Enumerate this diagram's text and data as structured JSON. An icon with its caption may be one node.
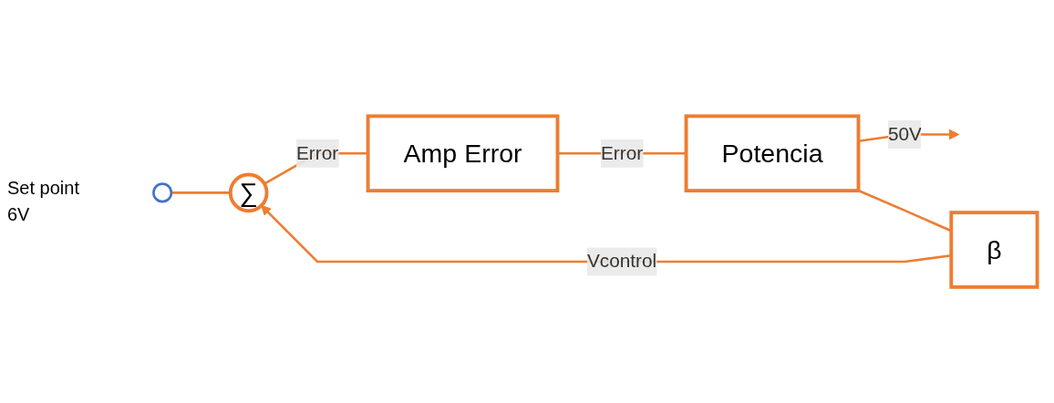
{
  "diagram": {
    "nodes": [
      {
        "text": [],
        "shape": "circle",
        "beside": [
          "Set point",
          "6V"
        ]
      },
      {
        "text": [
          "∑"
        ]
      },
      {
        "text": [
          "Amp Error"
        ]
      },
      {
        "text": [
          "Potencia"
        ]
      },
      {
        "text": [
          "β"
        ]
      }
    ],
    "edges": [
      {
        "from": 0,
        "to": 1,
        "arrow": "none"
      },
      {
        "from": 1,
        "to": 2,
        "arrow": "none",
        "label": "Error"
      },
      {
        "from": 2,
        "to": 3,
        "arrow": "none",
        "label": "Error"
      },
      {
        "from": 3,
        "to": null,
        "arrow": "to",
        "label": "50V"
      },
      {
        "from": 3,
        "to": 4,
        "arrow": "none"
      },
      {
        "from": 4,
        "to": 1,
        "arrow": "to",
        "label": "Vcontrol"
      }
    ]
  }
}
